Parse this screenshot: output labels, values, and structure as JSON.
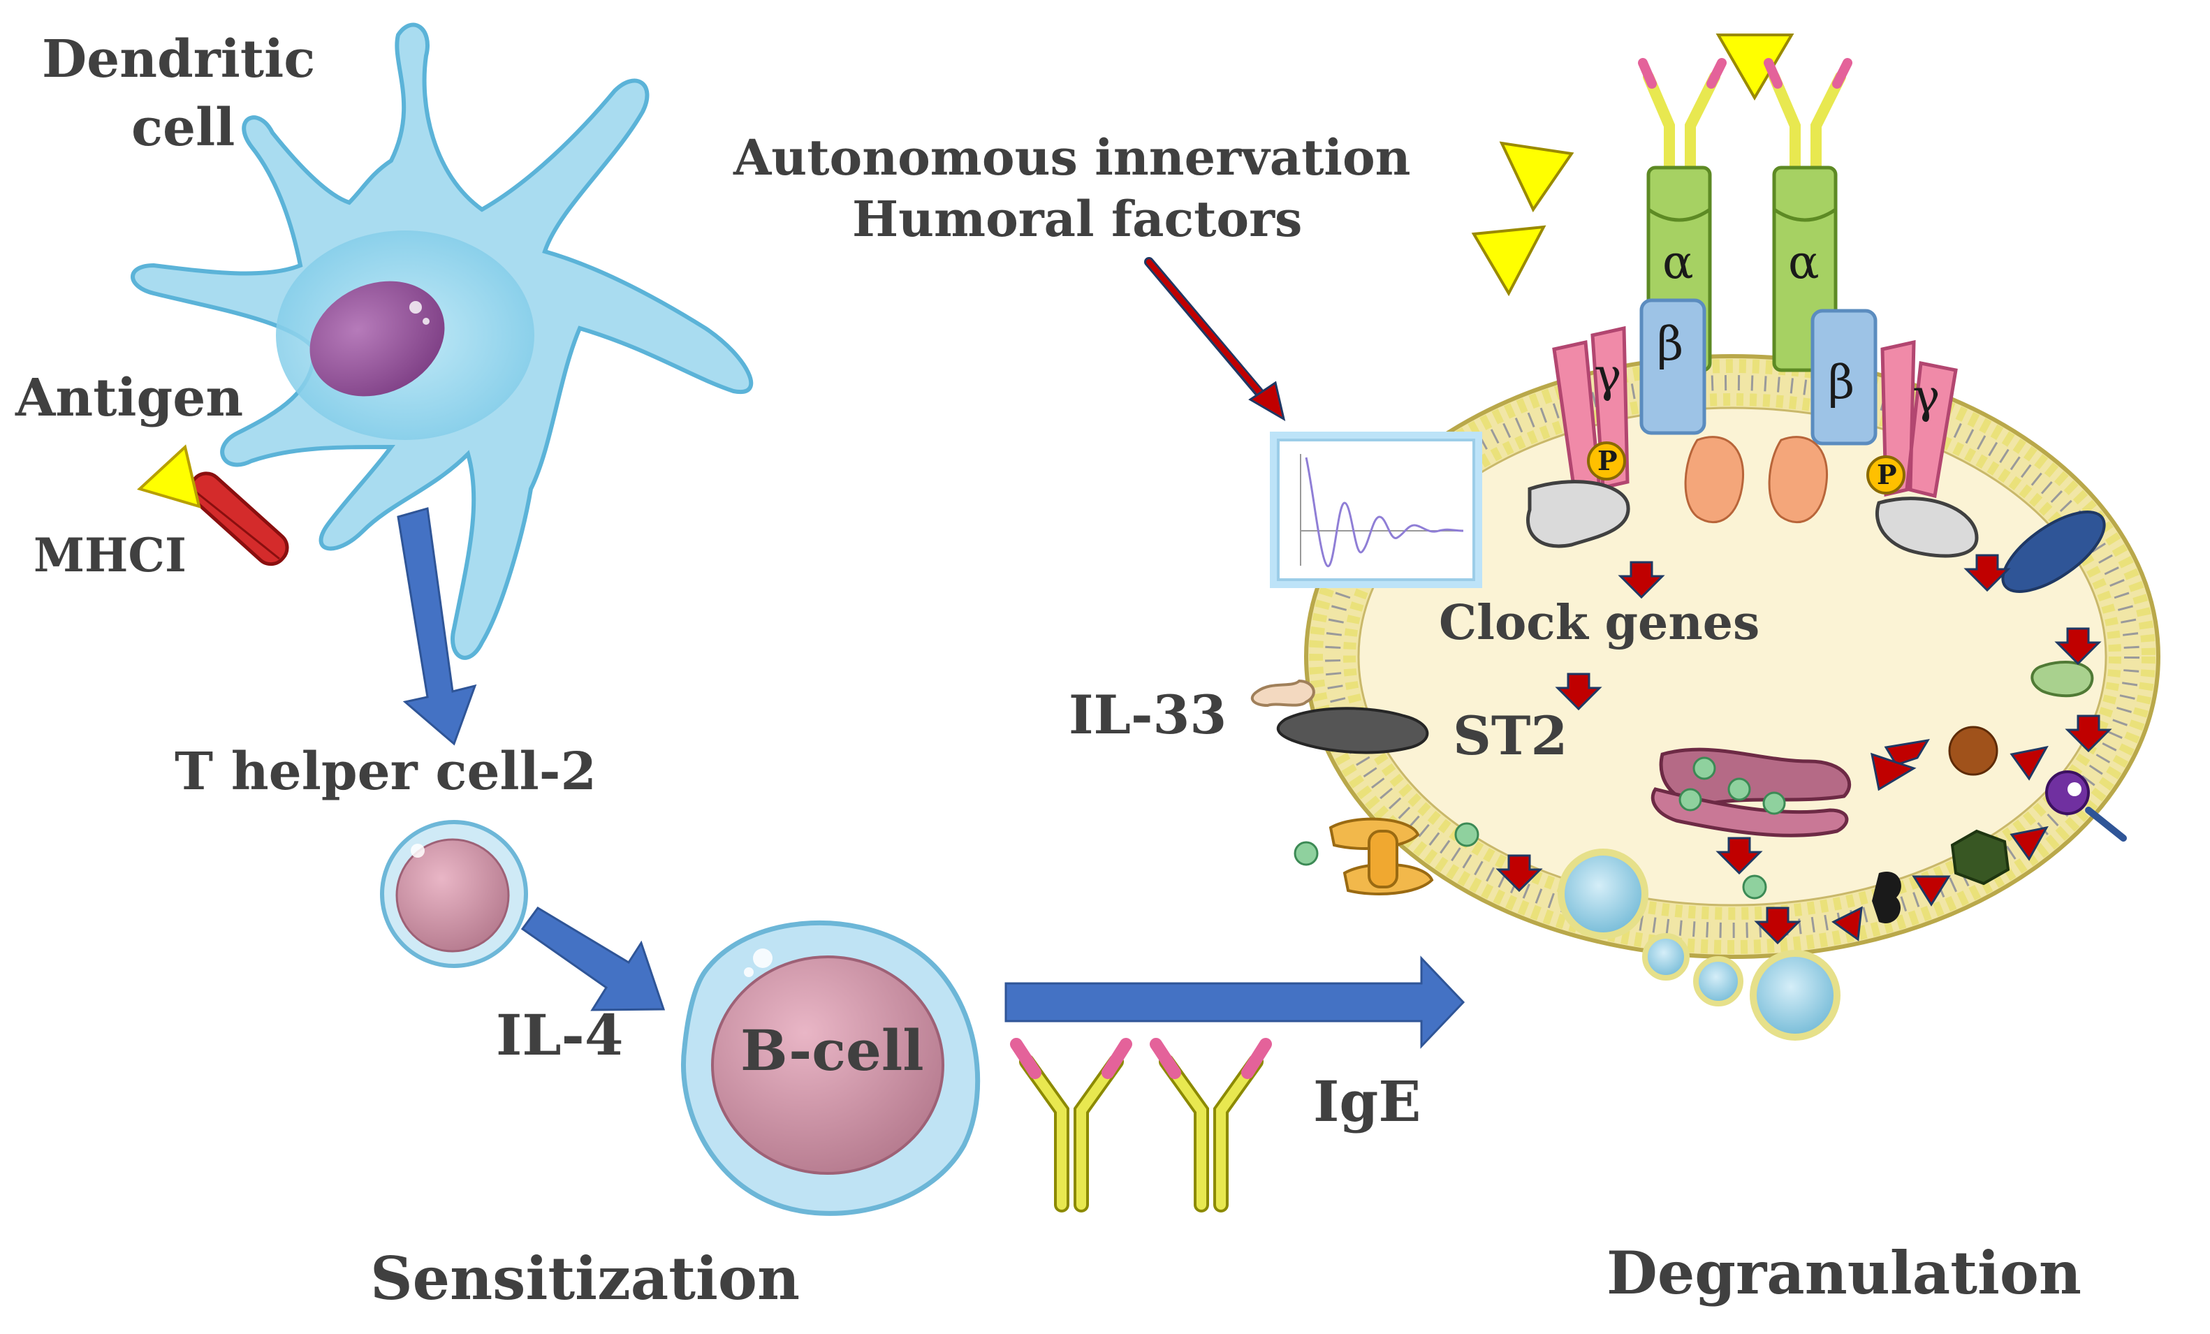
{
  "labels": {
    "dendritic_line1": "Dendritic",
    "dendritic_line2": "cell",
    "antigen": "Antigen",
    "mhci": "MHCI",
    "th2": "T helper cell-2",
    "il4": "IL-4",
    "bcell": "B-cell",
    "ige": "IgE",
    "sensitization": "Sensitization",
    "degranulation": "Degranulation",
    "innervation_line1": "Autonomous innervation",
    "innervation_line2": "Humoral factors",
    "clock_genes": "Clock genes",
    "il33": "IL-33",
    "st2": "ST2",
    "alpha": "α",
    "beta": "β",
    "gamma": "γ",
    "phospho": "P"
  },
  "colors": {
    "label_text": "#404040",
    "flow_arrow": "#4472c4",
    "signal_arrow": "#c00000",
    "antigen": "#ffff00",
    "dendritic_cell": "#9fd8ef",
    "nucleus": "#9b5aa0",
    "alpha_chain": "#a6d163",
    "beta_chain": "#9dc3e6",
    "gamma_chain": "#f08aa8",
    "cytoplasm": "#fbf3d5",
    "membrane_head": "#f0e56c"
  }
}
